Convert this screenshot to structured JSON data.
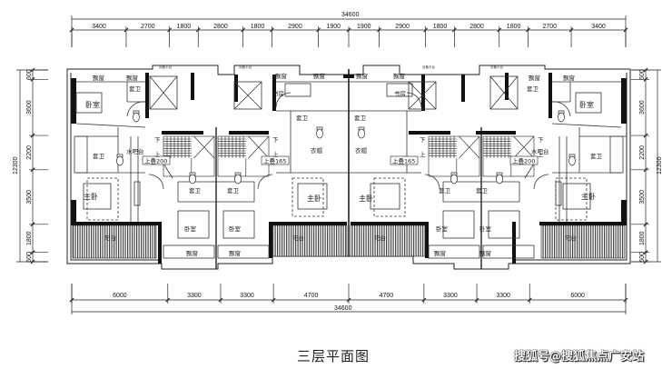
{
  "title": "三层平面图",
  "watermark": "搜狐号@搜狐焦点广安站",
  "dimensions": {
    "top_total": "34600",
    "top_segments": [
      "3400",
      "2700",
      "1800",
      "2800",
      "1800",
      "2900",
      "1900",
      "1900",
      "2900",
      "1800",
      "2800",
      "1800",
      "2700",
      "3400"
    ],
    "bottom_total": "34600",
    "bottom_segments": [
      "6000",
      "3300",
      "3300",
      "4700",
      "4700",
      "3300",
      "3300",
      "6000"
    ],
    "left_total": "12300",
    "left_segments": [
      "600",
      "3600",
      "2200",
      "3500",
      "1800",
      "600"
    ],
    "right_total": "12300",
    "right_segments": [
      "600",
      "3600",
      "2200",
      "3500",
      "1800",
      "600"
    ]
  },
  "rooms": {
    "bay_window": "飘窗",
    "ensuite": "套卫",
    "bedroom": "卧室",
    "master": "主卧",
    "study": "书房",
    "wardrobe": "衣帽",
    "balcony": "阳台",
    "water_bar": "水吧台",
    "equipment": "设备平台",
    "level_200": "上叠200",
    "level_165": "上叠165",
    "stair_down": "下",
    "stair_up": "上"
  },
  "colors": {
    "wall": "#111111",
    "line": "#333333",
    "hatch": "#555555"
  }
}
